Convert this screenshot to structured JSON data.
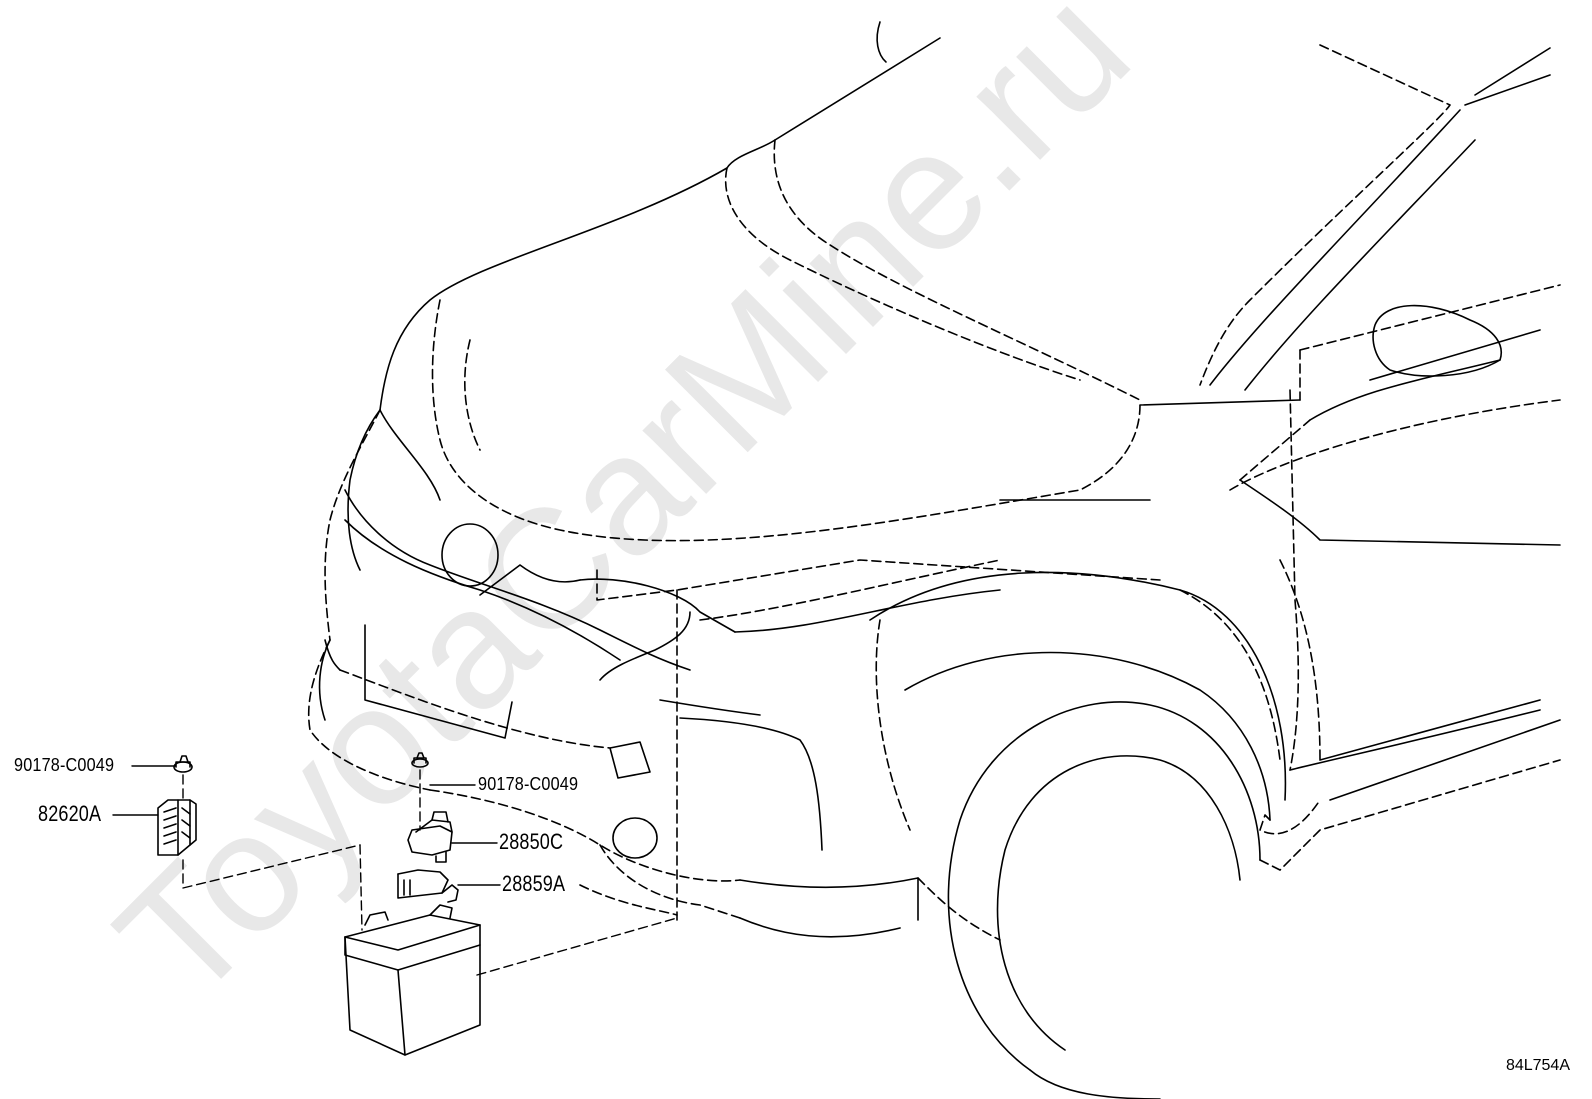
{
  "watermark": "ToyotaCarMine.ru",
  "diagram_code": "84L754A",
  "callouts": {
    "nut_left": "90178-C0049",
    "fuse_block": "82620A",
    "nut_right": "90178-C0049",
    "relay_a": "28850C",
    "bracket": "28859A"
  },
  "colors": {
    "line": "#000000",
    "watermark": "#e6e6e6"
  }
}
